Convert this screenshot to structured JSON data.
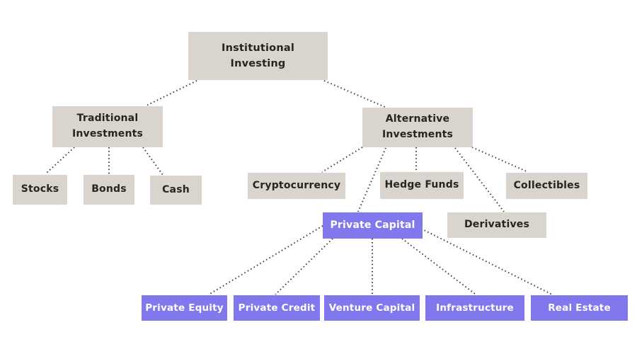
{
  "diagram": {
    "type": "hierarchy-tree",
    "colors": {
      "node_default_bg": "#d9d5ce",
      "node_highlight_bg": "#8278ee",
      "node_default_text": "#262522",
      "node_highlight_text": "#ffffff",
      "connector": "#3f3e3c",
      "background": "#ffffff"
    },
    "connector_style": "dotted",
    "nodes": {
      "root": {
        "label": "Institutional\nInvesting",
        "style": "default"
      },
      "traditional": {
        "label": "Traditional\nInvestments",
        "style": "default"
      },
      "alternative": {
        "label": "Alternative\nInvestments",
        "style": "default"
      },
      "stocks": {
        "label": "Stocks",
        "style": "default"
      },
      "bonds": {
        "label": "Bonds",
        "style": "default"
      },
      "cash": {
        "label": "Cash",
        "style": "default"
      },
      "crypto": {
        "label": "Cryptocurrency",
        "style": "default"
      },
      "hedge": {
        "label": "Hedge Funds",
        "style": "default"
      },
      "collectibles": {
        "label": "Collectibles",
        "style": "default"
      },
      "private_capital": {
        "label": "Private Capital",
        "style": "highlight"
      },
      "derivatives": {
        "label": "Derivatives",
        "style": "default"
      },
      "private_equity": {
        "label": "Private Equity",
        "style": "highlight"
      },
      "private_credit": {
        "label": "Private Credit",
        "style": "highlight"
      },
      "venture_capital": {
        "label": "Venture Capital",
        "style": "highlight"
      },
      "infrastructure": {
        "label": "Infrastructure",
        "style": "highlight"
      },
      "real_estate": {
        "label": "Real Estate",
        "style": "highlight"
      }
    },
    "edges": [
      {
        "from": "root",
        "to": "traditional"
      },
      {
        "from": "root",
        "to": "alternative"
      },
      {
        "from": "traditional",
        "to": "stocks"
      },
      {
        "from": "traditional",
        "to": "bonds"
      },
      {
        "from": "traditional",
        "to": "cash"
      },
      {
        "from": "alternative",
        "to": "crypto"
      },
      {
        "from": "alternative",
        "to": "private_capital"
      },
      {
        "from": "alternative",
        "to": "hedge"
      },
      {
        "from": "alternative",
        "to": "derivatives"
      },
      {
        "from": "alternative",
        "to": "collectibles"
      },
      {
        "from": "private_capital",
        "to": "private_equity"
      },
      {
        "from": "private_capital",
        "to": "private_credit"
      },
      {
        "from": "private_capital",
        "to": "venture_capital"
      },
      {
        "from": "private_capital",
        "to": "infrastructure"
      },
      {
        "from": "private_capital",
        "to": "real_estate"
      }
    ]
  }
}
